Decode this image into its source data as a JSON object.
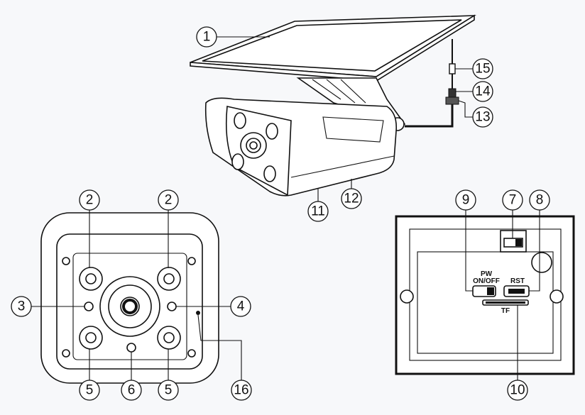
{
  "callouts": {
    "c1": "1",
    "c2a": "2",
    "c2b": "2",
    "c3": "3",
    "c4": "4",
    "c5a": "5",
    "c5b": "5",
    "c6": "6",
    "c7": "7",
    "c8": "8",
    "c9": "9",
    "c10": "10",
    "c11": "11",
    "c12": "12",
    "c13": "13",
    "c14": "14",
    "c15": "15",
    "c16": "16"
  },
  "panel_labels": {
    "pw_line1": "PW",
    "pw_line2": "ON/OFF",
    "rst": "RST",
    "tf": "TF"
  }
}
